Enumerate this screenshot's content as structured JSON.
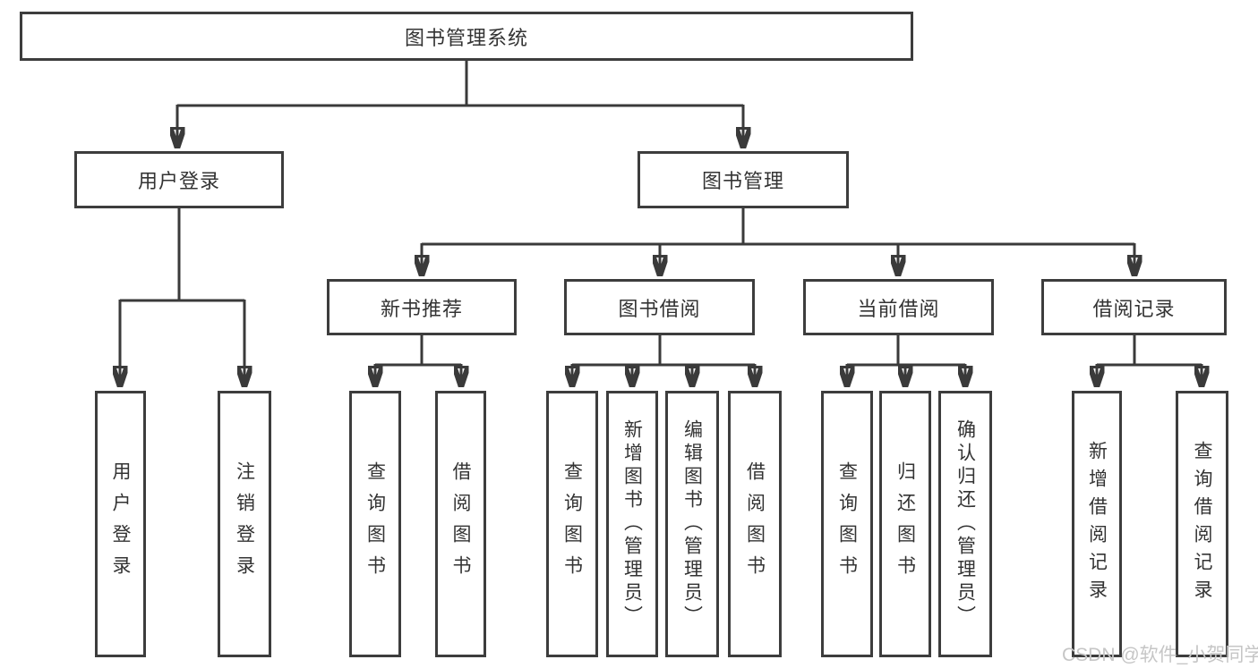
{
  "tree": {
    "root": {
      "label": "图书管理系统",
      "children": [
        {
          "label": "用户登录",
          "children": [
            {
              "label": "用户登录"
            },
            {
              "label": "注销登录"
            }
          ]
        },
        {
          "label": "图书管理",
          "children": [
            {
              "label": "新书推荐",
              "children": [
                {
                  "label": "查询图书"
                },
                {
                  "label": "借阅图书"
                }
              ]
            },
            {
              "label": "图书借阅",
              "children": [
                {
                  "label": "查询图书"
                },
                {
                  "label": "新增图书（管理员）"
                },
                {
                  "label": "编辑图书（管理员）"
                },
                {
                  "label": "借阅图书"
                }
              ]
            },
            {
              "label": "当前借阅",
              "children": [
                {
                  "label": "查询图书"
                },
                {
                  "label": "归还图书"
                },
                {
                  "label": "确认归还（管理员）"
                }
              ]
            },
            {
              "label": "借阅记录",
              "children": [
                {
                  "label": "新增借阅记录"
                },
                {
                  "label": "查询借阅记录"
                }
              ]
            }
          ]
        }
      ]
    }
  },
  "watermark": "CSDN @软件_小贺同学",
  "colors": {
    "box_border": "#3d3d3d",
    "text": "#333333",
    "connector": "#3a3a3a",
    "watermark": "#c6c6c6",
    "background": "#ffffff"
  }
}
